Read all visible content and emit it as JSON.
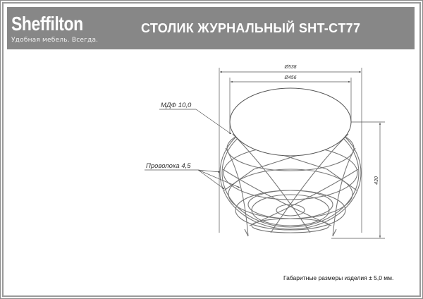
{
  "header": {
    "brand": "Sheffilton",
    "tagline": "Удобная мебель. Всегда.",
    "title": "СТОЛИК ЖУРНАЛЬНЫЙ SHT-CT77",
    "background_color": "#878787"
  },
  "drawing": {
    "dimensions": {
      "outer_diameter": "Ø538",
      "inner_diameter": "Ø456",
      "height": "430"
    },
    "callouts": {
      "top_material": "МДФ 10,0",
      "frame_material": "Проволока 4,5"
    }
  },
  "footer": {
    "tolerance_note": "Габаритные размеры изделия ± 5,0 мм."
  }
}
